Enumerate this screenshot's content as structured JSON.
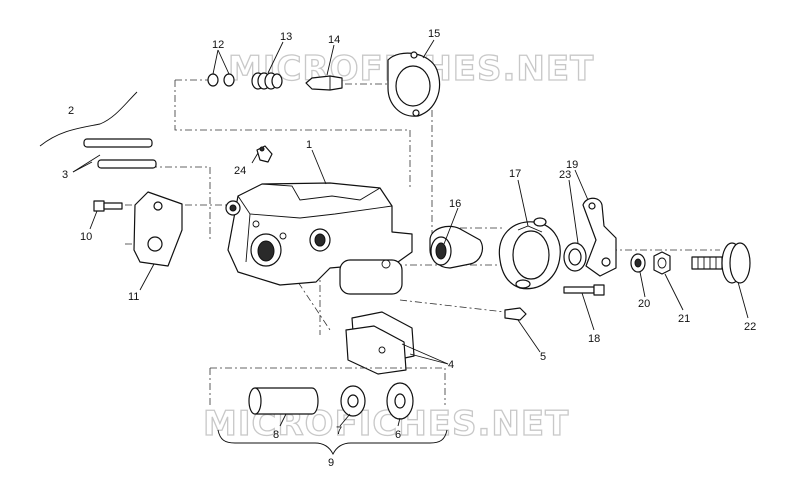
{
  "watermarks": [
    "MICROFICHES.NET",
    "MICROFICHES.NET"
  ],
  "callouts": [
    "1",
    "2",
    "3",
    "4",
    "5",
    "6",
    "7",
    "8",
    "9",
    "10",
    "11",
    "12",
    "13",
    "14",
    "15",
    "16",
    "17",
    "18",
    "19",
    "20",
    "21",
    "22",
    "23",
    "24"
  ]
}
